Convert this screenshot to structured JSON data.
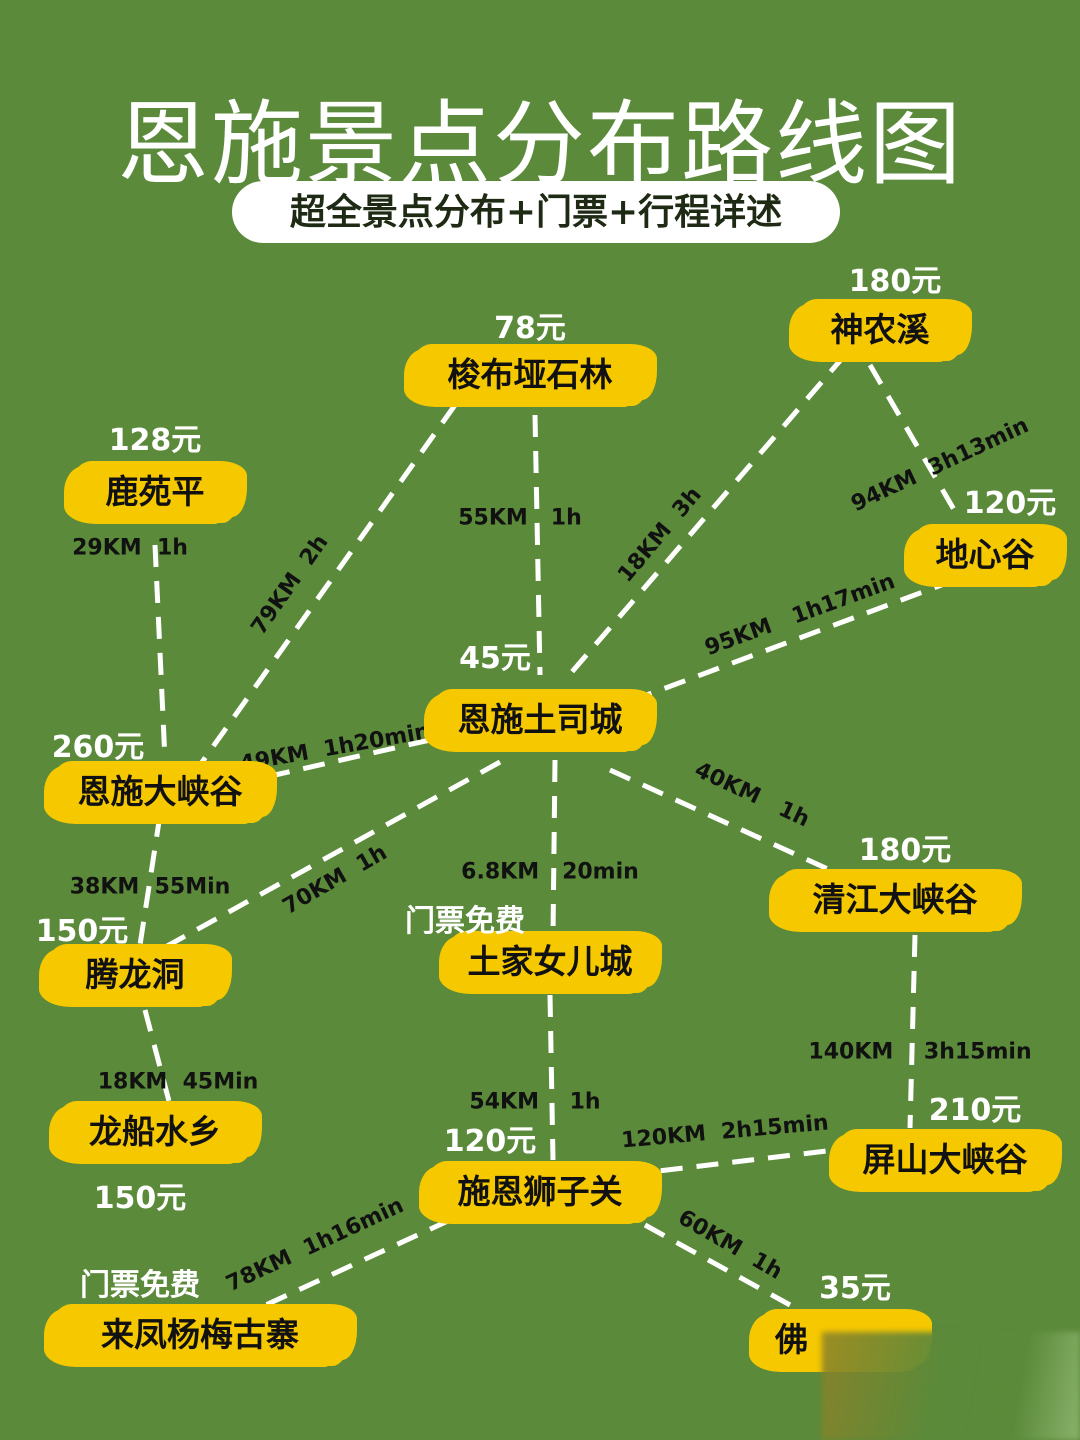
{
  "title": "恩施景点分布路线图",
  "subtitle": "超全景点分布+门票+行程详述",
  "colors": {
    "background": "#5b8a3a",
    "node": "#f6c800",
    "line": "#ffffff"
  },
  "nodes": [
    {
      "name": "梭布垭石林",
      "price": "78元"
    },
    {
      "name": "神农溪",
      "price": "180元"
    },
    {
      "name": "鹿苑平",
      "price": "128元"
    },
    {
      "name": "地心谷",
      "price": "120元"
    },
    {
      "name": "恩施土司城",
      "price": "45元"
    },
    {
      "name": "恩施大峡谷",
      "price": "260元"
    },
    {
      "name": "清江大峡谷",
      "price": "180元"
    },
    {
      "name": "腾龙洞",
      "price": "150元"
    },
    {
      "name": "土家女儿城",
      "price": "门票免费"
    },
    {
      "name": "龙船水乡",
      "price": "150元"
    },
    {
      "name": "屏山大峡谷",
      "price": "210元"
    },
    {
      "name": "施恩狮子关",
      "price": "120元"
    },
    {
      "name": "来凤杨梅古寨",
      "price": "门票免费"
    },
    {
      "name": "佛",
      "price": "35元"
    }
  ],
  "edges": [
    {
      "label": "55KM   1h"
    },
    {
      "label": "79KM  2h"
    },
    {
      "label": "18KM  3h"
    },
    {
      "label": "94KM  3h13min"
    },
    {
      "label": "95KM   1h17min"
    },
    {
      "label": "29KM  1h"
    },
    {
      "label": "49KM  1h20min"
    },
    {
      "label": "70KM  1h"
    },
    {
      "label": "6.8KM   20min"
    },
    {
      "label": "40KM   1h"
    },
    {
      "label": "38KM  55Min"
    },
    {
      "label": "18KM  45Min"
    },
    {
      "label": "54KM    1h"
    },
    {
      "label": "140KM    3h15min"
    },
    {
      "label": "120KM  2h15min"
    },
    {
      "label": "78KM  1h16min"
    },
    {
      "label": "60KM  1h"
    }
  ]
}
